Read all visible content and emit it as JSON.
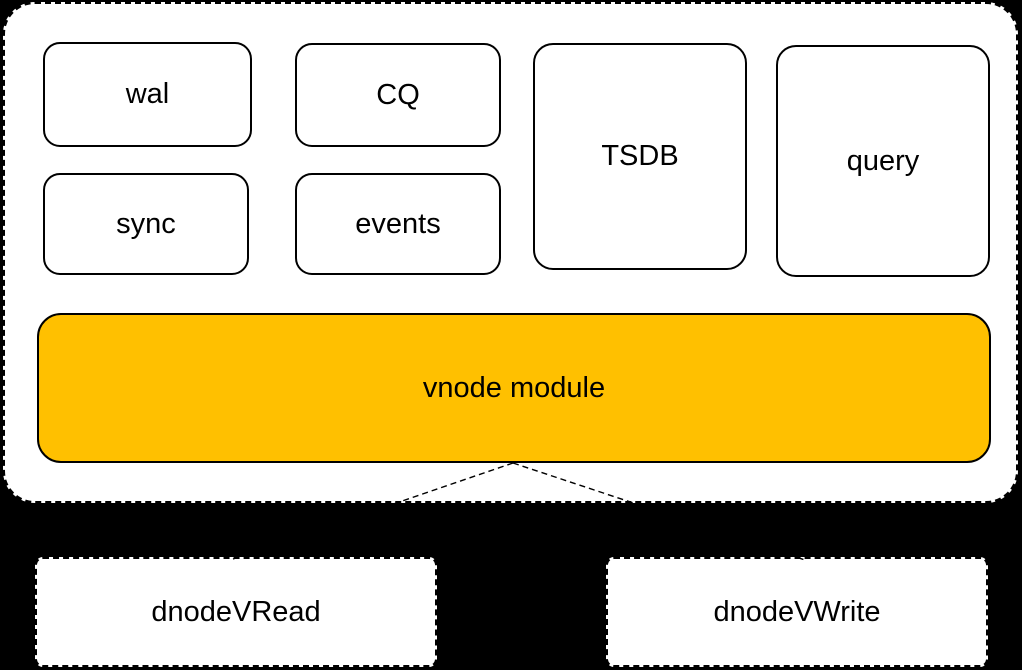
{
  "diagram": {
    "background_color": "#000000",
    "container": {
      "modules": [
        {
          "id": "wal",
          "label": "wal"
        },
        {
          "id": "cq",
          "label": "CQ"
        },
        {
          "id": "sync",
          "label": "sync"
        },
        {
          "id": "events",
          "label": "events"
        },
        {
          "id": "tsdb",
          "label": "TSDB"
        },
        {
          "id": "query",
          "label": "query"
        }
      ],
      "vnode": {
        "label": "vnode module",
        "fill_color": "#FFC000",
        "border_color": "#000000"
      }
    },
    "dnode_boxes": [
      {
        "id": "dnode-vread",
        "label": "dnodeVRead"
      },
      {
        "id": "dnode-vwrite",
        "label": "dnodeVWrite"
      }
    ],
    "connectors": [
      {
        "from": "vnode-module",
        "to": "dnodeVRead",
        "style": "dashed"
      },
      {
        "from": "vnode-module",
        "to": "dnodeVWrite",
        "style": "dashed"
      }
    ]
  }
}
